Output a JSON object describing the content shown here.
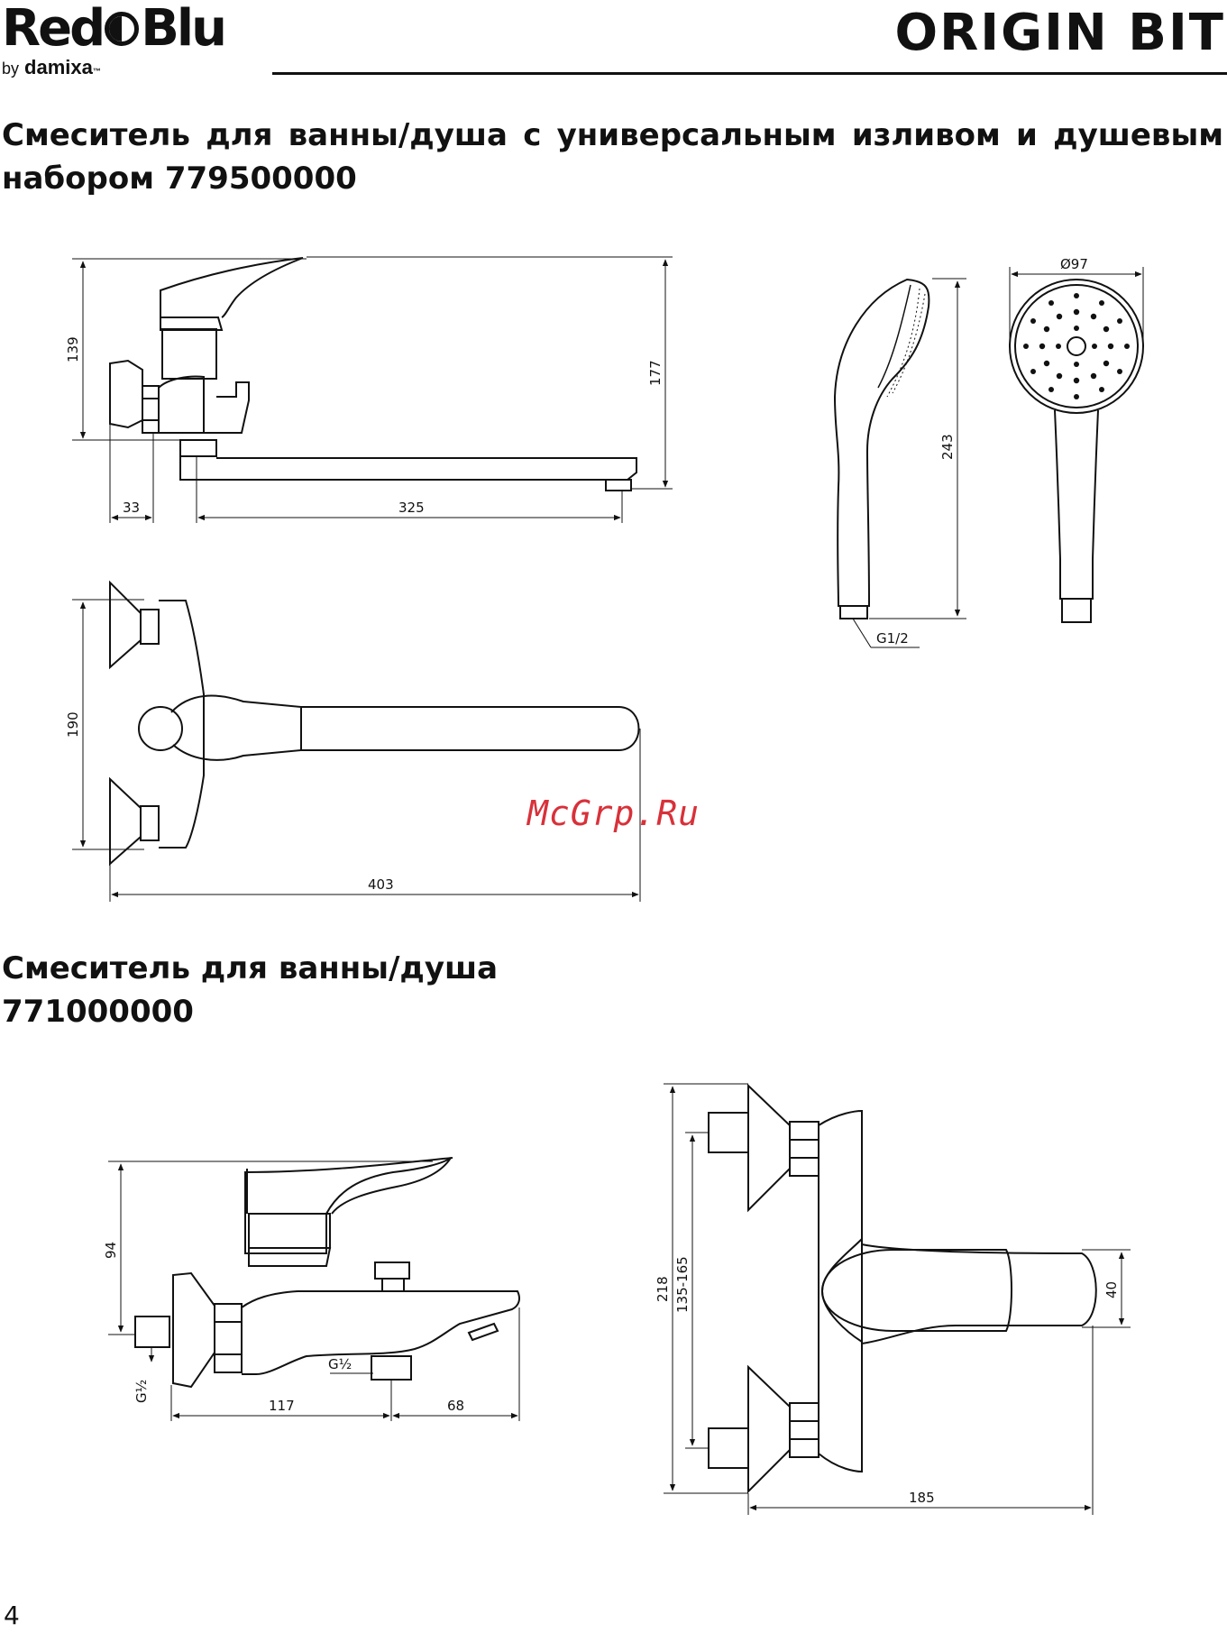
{
  "brand": {
    "part1": "Red",
    "part2": "Blu",
    "by": "by",
    "maker": "damixa",
    "tm": "™"
  },
  "series_title": "ORIGIN BIT",
  "section1": {
    "title": "Смеситель для ванны/душа с универсальным изливом и душевым набором 779500000",
    "dims": {
      "d139": "139",
      "d177": "177",
      "d33": "33",
      "d325": "325",
      "d190": "190",
      "d403": "403",
      "d243": "243",
      "d97": "Ø97",
      "g12": "G1/2"
    }
  },
  "section2": {
    "title_line1": "Смеситель для ванны/душа",
    "title_line2": "771000000",
    "dims": {
      "d94": "94",
      "d117": "117",
      "d68": "68",
      "g_half_a": "G½",
      "g_half_b": "G½",
      "d218": "218",
      "d135": "135-165",
      "d40": "40",
      "d185": "185"
    }
  },
  "watermark": "McGrp.Ru",
  "page_number": "4"
}
